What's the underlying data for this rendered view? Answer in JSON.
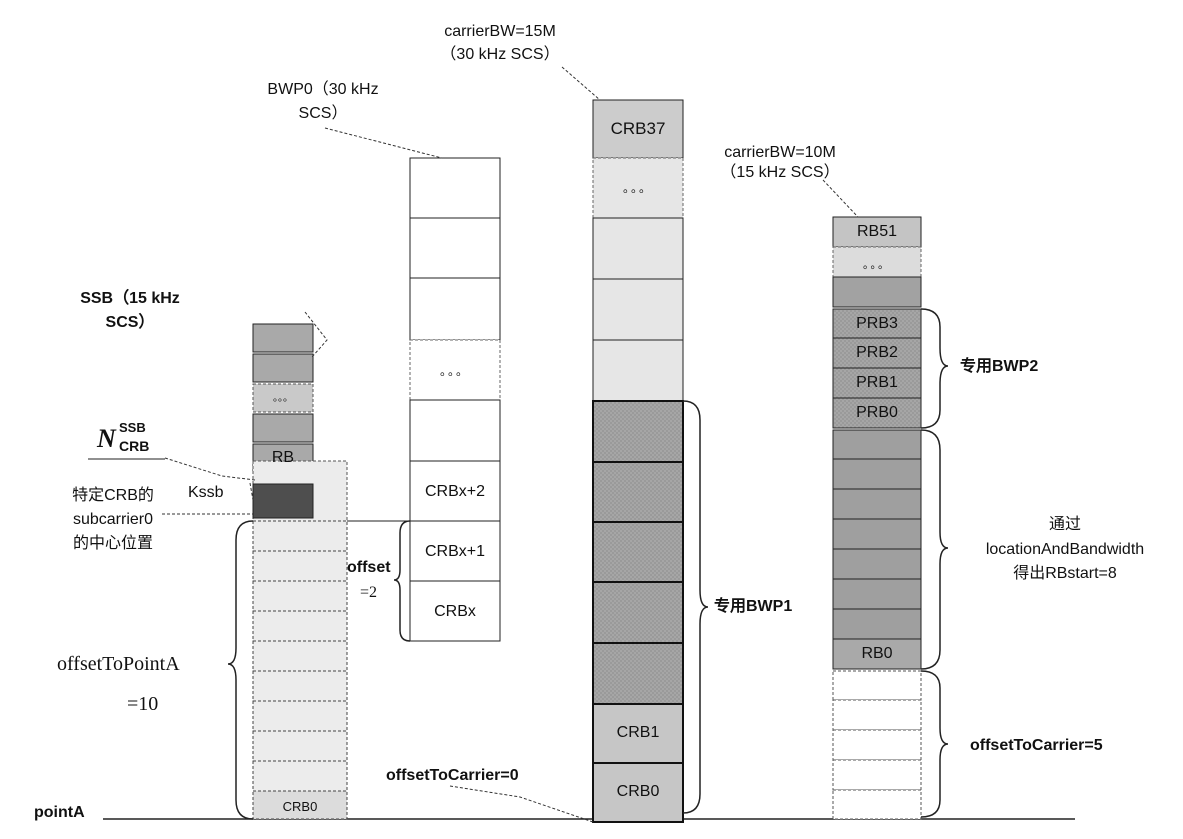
{
  "labels": {
    "carrier15_line1": "carrierBW=15M",
    "carrier15_line2": "（30 kHz  SCS）",
    "bwp0_line1": "BWP0（30 kHz",
    "bwp0_line2": "SCS）",
    "carrier10_line1": "carrierBW=10M",
    "carrier10_line2": "（15 kHz  SCS）",
    "ssb_line1": "SSB（15 kHz",
    "ssb_line2": "SCS）",
    "ncrb_main": "N",
    "ncrb_sup": "SSB",
    "ncrb_sub": "CRB",
    "kssb": "Kssb",
    "specific_line1": "特定CRB的",
    "specific_line2": "subcarrier0",
    "specific_line3": "的中心位置",
    "offset_word": "offset",
    "offset_val": "=2",
    "offsetToPointA_line1": "offsetToPointA",
    "offsetToPointA_line2": "=10",
    "pointA": "pointA",
    "offsetToCarrier0": "offsetToCarrier=0",
    "offsetToCarrier5": "offsetToCarrier=5",
    "dedicated_bwp1": "专用BWP1",
    "dedicated_bwp2": "专用BWP2",
    "location_line1": "通过",
    "location_line2": "locationAndBandwidth",
    "location_line3": "得出RBstart=8"
  },
  "cells": {
    "crb37": "CRB37",
    "dots": "。。。",
    "crbx2": "CRBx+2",
    "crbx1": "CRBx+1",
    "crbx": "CRBx",
    "crb1": "CRB1",
    "crb0_carrier": "CRB0",
    "rb": "RB",
    "crb0_ssb": "CRB0",
    "rb51": "RB51",
    "prb3": "PRB3",
    "prb2": "PRB2",
    "prb1": "PRB1",
    "prb0": "PRB0",
    "rb0": "RB0"
  },
  "colors": {
    "light_gray": "#e6e6e6",
    "gray": "#b8b8b8",
    "dark_gray": "#9d9d9d",
    "darkest": "#555555",
    "stroke": "#222222"
  }
}
